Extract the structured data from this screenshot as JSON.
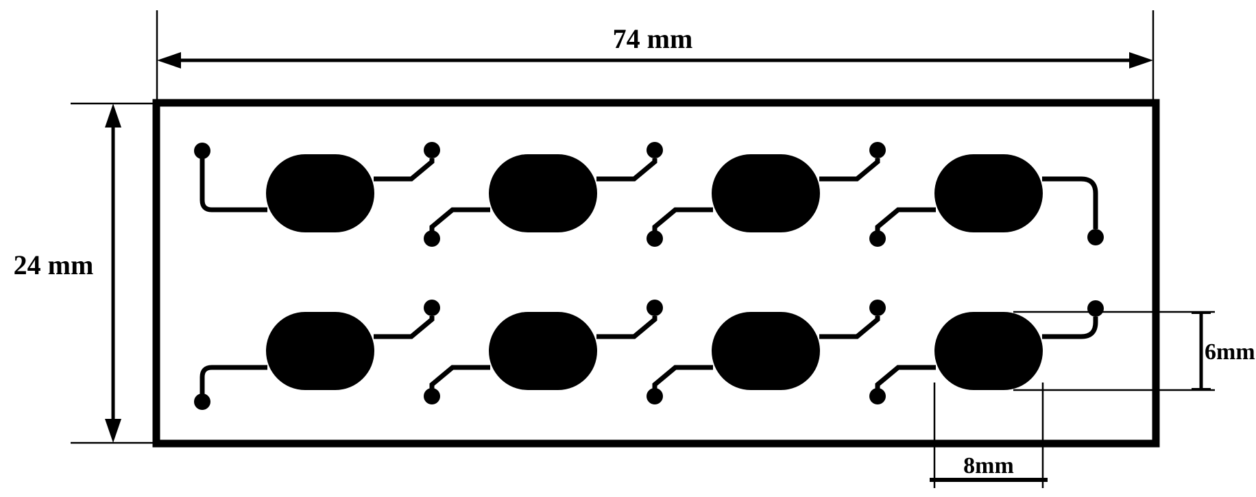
{
  "colors": {
    "ink": "#000000",
    "paper": "#ffffff"
  },
  "labels": {
    "device_width": "74 mm",
    "device_height": "24 mm",
    "chamber_height": "6mm",
    "chamber_width": "8mm"
  },
  "structure": {
    "rows": 2,
    "chambers_per_row": 4,
    "total_chambers": 8,
    "ports_per_row": 8,
    "total_ports": 16
  }
}
